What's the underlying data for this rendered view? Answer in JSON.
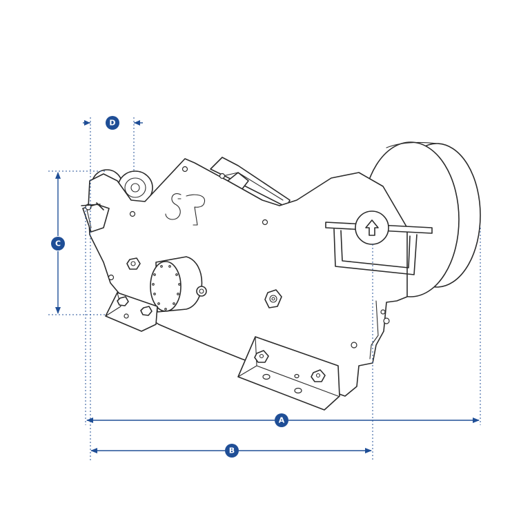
{
  "dimensions": {
    "a": {
      "label": "A",
      "color": "#1f4e96"
    },
    "b": {
      "label": "B",
      "color": "#1f4e96"
    },
    "c": {
      "label": "C",
      "color": "#1f4e96"
    },
    "d": {
      "label": "D",
      "color": "#1f4e96"
    }
  },
  "colors": {
    "line": "#2a2a2a",
    "dimension": "#1f4e96",
    "background": "#ffffff"
  }
}
